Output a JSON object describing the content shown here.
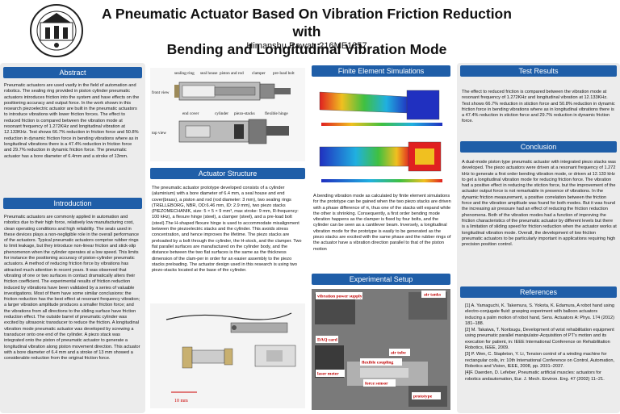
{
  "header": {
    "title_line1": "A Pneumatic Actuator Based On Vibration Friction Reduction with",
    "title_line2": "Bending and Longitudinal Vibration Mode",
    "author": "Himanshu Rawat, 216ME1357"
  },
  "sections": {
    "abstract": {
      "heading": "Abstract",
      "text": "Pneumatic actuators are used vastly in the field of automation and robotics. The sealing ring provided in piston cylinder pneumatic actuators introduces friction into the system and have effects on the positioning accuracy and output force. In the work shown in this research piezoelectric actuator are built in the pneumatic actuators to introduce vibrations with lower friction forces. The effect to reduced friction is compared between the vibration mode at resonant frequency of 1.272KHz and longitudinal vibration at 12.133KHz. Test shows 66.7% reduction in friction force and 50.8% reduction in dynamic friction force in bending vibrations where as in longitudinal vibrations there is a 47.4% reduction in friction force and 29.7% reduction in dynamic friction force. The pneumatic actuator has a bore diameter of 6.4mm and a stroke of 13mm."
    },
    "introduction": {
      "heading": "Introduction",
      "text": "Pneumatic actuators are commonly applied in automation and robotics due to their high force, relatively low manufacturing cost, clean operating conditions and high reliability. The seals used in these devices plays a non-negligible role in the overall performance of the actuators. Typical pneumatic actuators comprise rubber rings to limit leakage, but they introduce non-linear friction and stick-slip phenomenon when the cylinder operates at a low speed. This limits for instance the positioning accuracy of piston-cylinder pneumatic actuators. A method of reducing friction force by vibrations has attracted much attention in recent years. It was observed that vibrating of one or two surfaces in contact dramatically alters their friction coefficient. The experimental results of friction reduction induced by vibrations have been validated by a series of valuable investigations. Most of them have some similar conclusions: the friction reduction has the best effect at resonant frequency vibration; a larger vibration amplitude produces a smaller friction force; and the vibrations from all directions to the sliding surface have friction reduction effect. The outside barrel of pneumatic cylinder was excited by ultrasonic transducer to reduce the friction. A longitudinal vibration mode pneumatic actuator was developed by screwing a transducer onto one end of the cylinder. A piezo stack was integrated onto the piston of pneumatic actuator to generate a longitudinal vibration along piston movement direction. This actuator with a bore diameter of 6.4 mm and a stroke of 13 mm showed a considerable reduction from the original friction force."
    },
    "actuator_structure": {
      "heading": "Actuator Structure",
      "text": "The pneumatic actuator prototype developed consists of a cylinder (aluminium) with a bore diameter of 6.4 mm, a seal house and end cover(brass), a piston and rod (rod diameter: 3 mm), two sealing rings (TRELLEBORG, NBR, OD:6.46 mm, ID: 2.9 mm), two piezo stacks (PIEZOMECHANIK, size: 5 × 5 × 9 mm³, max stroke: 9 mm, R-frequency: 100 kHz), a flexure hinge (steel), a clamper (steel), and a pre-load bolt (steel).The H-shaped flexure hinge is used to accommodate misalignment between the piezoelectric stacks and the cylinder. This avoids stress concentration, and hence improves the lifetime. The piezo stacks are preloaded by a bolt through the cylinder, the H-stock, and the clamper. Two flat parallel surfaces are manufactured on the cylinder body, and the distance between the two flat surfaces is the same as the thickness dimension of the clam-per in order for an easier assembly to the piezo stacks preloading. The actuator design used in this research is using two piezo-stacks located at the base of the cylinder."
    },
    "fea": {
      "heading": "Finite Element Simulations",
      "text": "A bending vibration mode as calculated by finite element simulations for the prototype can be gained when the two piezo stacks are driven with a phase difference of π, thus one of the stacks will expand while the other is shrinking. Consequently, a first order bending mode vibration happens as the clamper is fixed by four bolts, and the cylinder can be seen as a cantilever beam. Inversely, a longitudinal vibration mode for the prototype is easily to be generated as the piezo stacks are excited with the same phase and the rubber rings of the actuator have a vibration direction parallel to that of the piston motion"
    },
    "experimental_setup": {
      "heading": "Experimental Setup"
    },
    "test_results": {
      "heading": "Test Results",
      "text": "The effect to reduced friction is compared between the vibration mode at resonant frequency of 1.272KHz and longitudinal vibration at 12.133KHz. Test shows 66.7% reduction in stiction force and 50.8% reduction in dynamic friction force in bending vibrations where as in longitudinal vibrations there is a 47.4% reduction in stiction force and 29.7% reduction in dynamic friction force."
    },
    "conclusion": {
      "heading": "Conclusion",
      "text": "A dual-mode piston type pneumatic actuator with integrated piezo stacks was developed. The piezo actuators were driven at a resonant frequency of 1.272 kHz to generate a first order bending vibration mode, or driven at 12.133 kHz to get a longitudinal vibration mode for reducing friction force. The vibration had a positive effect in reducing the stiction force, but the improvement of the actuator output force is not remarkable in presence of vibrations. In the dynamic friction measurement, a positive correlation between the friction force and the vibration amplitude was found for both modes. But it was found the increasing air pressure had an effect of reducing the friction reduction phenomena. Both of the vibration modes had a function of improving the friction characteristics of the pneumatic actuator by different levels but there is a limitation of sliding speed for friction reduction when the actuator works at longitudinal vibration mode. Overall, the development of low friction pneumatic actuators to be particularly important in applications requiring high precision position control."
    },
    "references": {
      "heading": "References",
      "items": [
        "[1] A. Yamaguchi, K. Takemura, S. Yokota, K. Edamura, A robot hand using electro-conjugate fluid: grasping experiment with balloon actuators inducing a palm motion of robot hand, Sens. Actuators A: Phys. 174 (2012) 181–188.",
        "[2] M. Takaiwa, T. Noritsugu, Development of wrist rehabilitation equipment using pneumatic parallel manipulator-Acquisition of PT's motion and its execution for patient, in: IEEE International Conference on Rehabilitation Robotics, IEEE, 2009.",
        "[3] P. Wen, C. Stapleton, Y. Li, Tension control of a winding machine for rectangular coils, in: 10th International Conference on Control, Automation, Robotics and Vision, IEEE, 2008, pp. 2031–2037.",
        "[4]F. Daerden, D. Lefeber, Pneumatic artificial muscles: actuators for robotics andautomation, Eur. J. Mech. Environ. Eng. 47 (2002) 11–21."
      ]
    }
  },
  "figures": {
    "structure_labels": {
      "sealing_ring": "sealing-ring",
      "seal_house": "seal house",
      "piston_and_rod": "piston and rod",
      "clamper": "clamper",
      "preload_bolt": "pre-load bolt",
      "front_view": "front view",
      "end_cover": "end cover",
      "cylinder": "cylinder",
      "piezo_stacks": "piezo-stacks",
      "flexible_hinge": "flexible hinge",
      "top_view": "top view",
      "scale": "10 mm"
    },
    "setup_labels": {
      "vibration_power": "vibration power supply",
      "air_tanks": "air tanks",
      "daq": "DAQ card",
      "air_tube": "air tube",
      "flexible_coupling": "flexible coupling",
      "laser_meter": "laser meter",
      "force_sensor": "force sensor",
      "prototype": "prototype"
    }
  },
  "colors": {
    "accent": "#1f5ea8",
    "panel_bg": "#ececec"
  }
}
